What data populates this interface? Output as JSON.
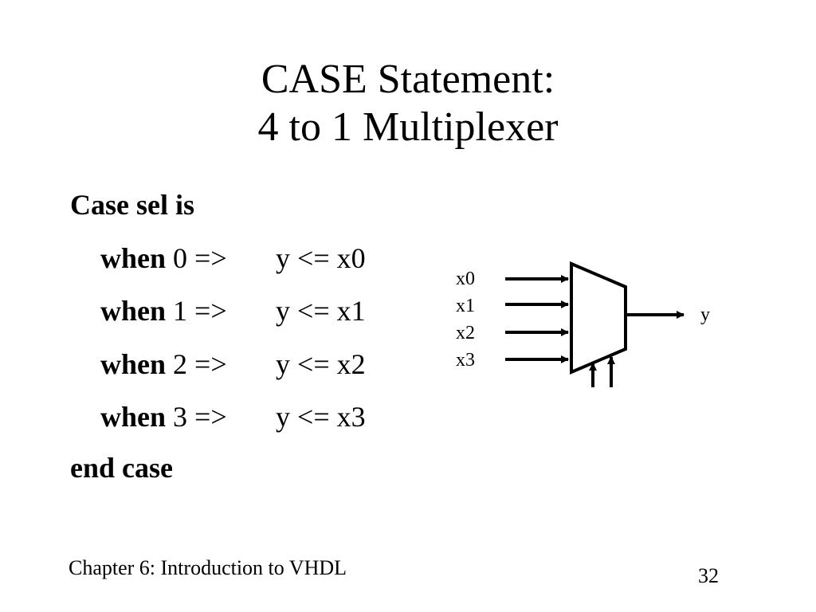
{
  "slide": {
    "title_line1": "CASE Statement:",
    "title_line2": "4 to 1 Multiplexer"
  },
  "code": {
    "case_line": "Case sel is",
    "when_keyword": "when",
    "branches": [
      {
        "value": "0 =>",
        "assignment": "y <= x0"
      },
      {
        "value": "1 =>",
        "assignment": "y <= x1"
      },
      {
        "value": "2 =>",
        "assignment": "y <= x2"
      },
      {
        "value": "3 =>",
        "assignment": "y <= x3"
      }
    ],
    "end_line": "end case"
  },
  "diagram": {
    "inputs": [
      "x0",
      "x1",
      "x2",
      "x3"
    ],
    "output": "y"
  },
  "footer": {
    "chapter": "Chapter 6:  Introduction to VHDL",
    "page_number": "32"
  }
}
